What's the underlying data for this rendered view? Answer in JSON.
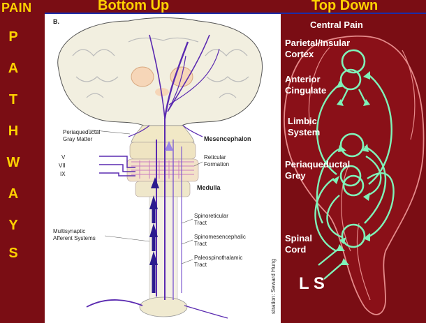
{
  "header": {
    "pain_title": "PAIN",
    "pathways_letters": [
      "P",
      "A",
      "T",
      "H",
      "W",
      "A",
      "Y",
      "S"
    ],
    "bottom_up": "Bottom Up",
    "top_down": "Top Down"
  },
  "figure": {
    "panel_letter": "B.",
    "labels": {
      "periaqueductal_l1": "Periaqueductal",
      "periaqueductal_l2": "Gray Matter",
      "mesencephalon": "Mesencephalon",
      "reticular_l1": "Reticular",
      "reticular_l2": "Formation",
      "medulla": "Medulla",
      "nerve_v": "V",
      "nerve_vii": "VII",
      "nerve_ix": "IX",
      "multisynaptic_l1": "Multisynaptic",
      "multisynaptic_l2": "Afferent Systems",
      "spinoreticular_l1": "Spinoreticular",
      "spinoreticular_l2": "Tract",
      "spinomes_l1": "Spinomesencephalic",
      "spinomes_l2": "Tract",
      "paleo_l1": "Paleospinothalamic",
      "paleo_l2": "Tract",
      "credit": "stration: Seward Hung"
    }
  },
  "right_panel": {
    "central_pain": "Central Pain",
    "parietal_l1": "Parietal/Insular",
    "parietal_l2": "Cortex",
    "anterior_l1": "Anterior",
    "anterior_l2": "Cingulate",
    "limbic_l1": "Limbic",
    "limbic_l2": "System",
    "periaq_l1": "Periaqueductal",
    "periaq_l2": "Grey",
    "spinal_l1": "Spinal",
    "spinal_l2": "Cord",
    "ls": "L S"
  },
  "colors": {
    "background": "#7a0d14",
    "title_yellow": "#ffd200",
    "arrow_green": "#7ff2b8",
    "outline_pink": "#e58a8a",
    "tract_purple": "#3a1a9a"
  }
}
